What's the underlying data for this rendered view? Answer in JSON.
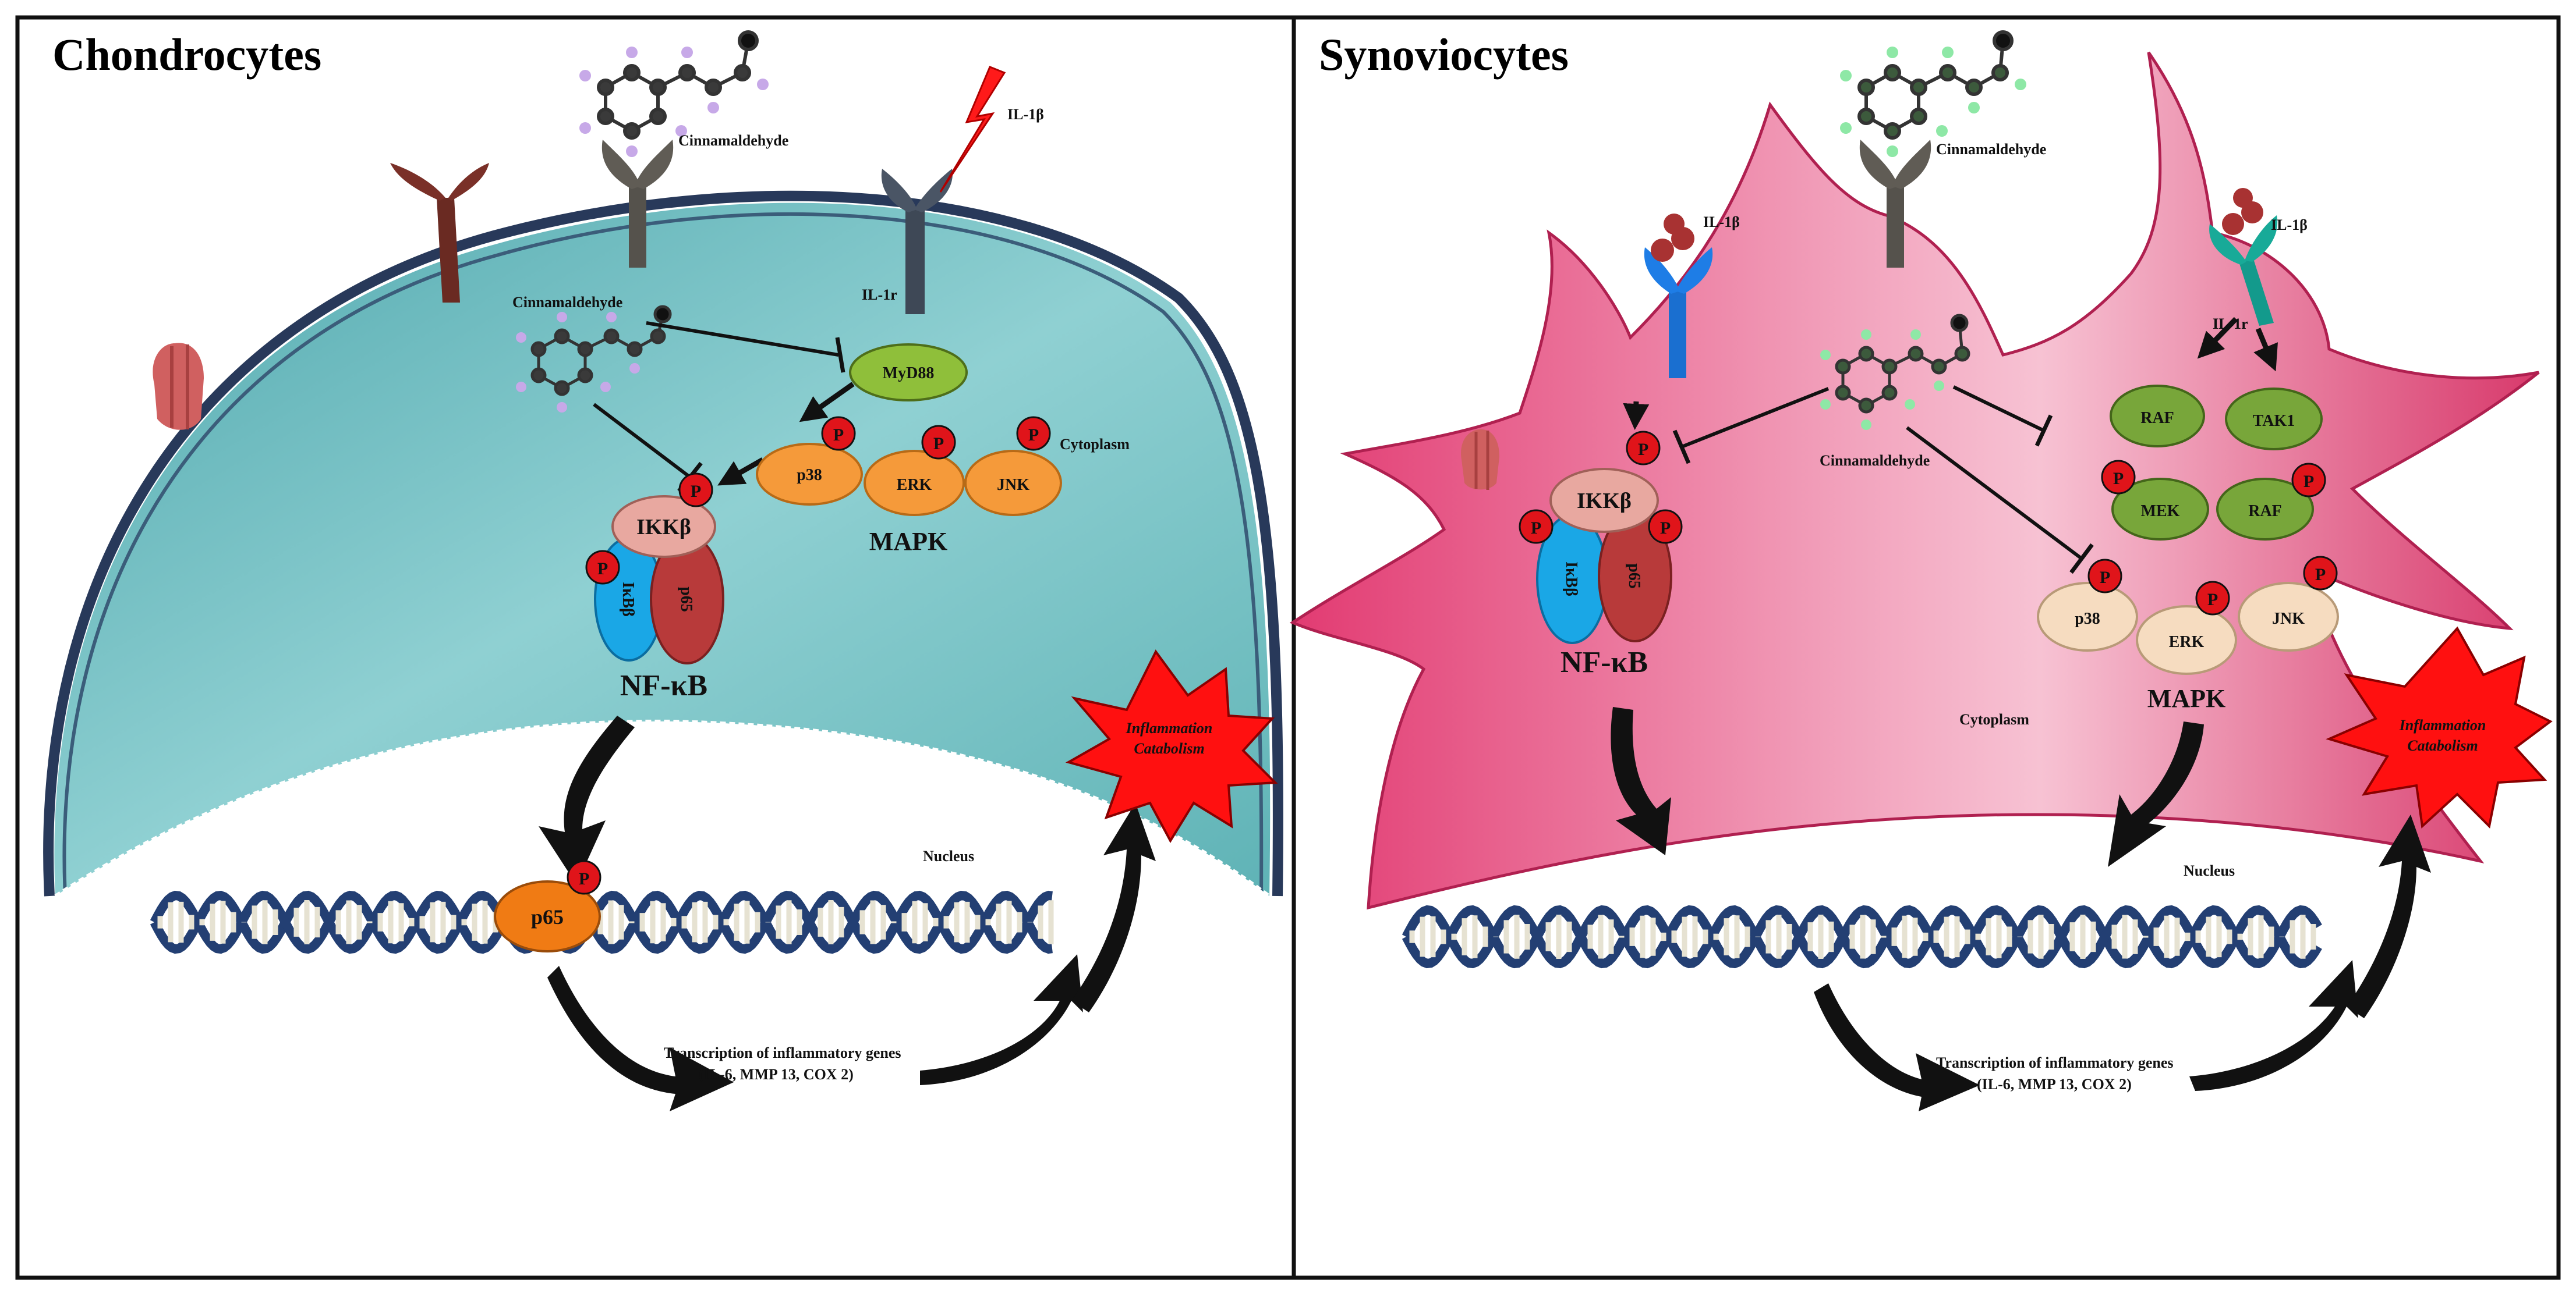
{
  "panels": {
    "left": {
      "title": "Chondrocytes",
      "cinnamaldehyde_top": "Cinnamaldehyde",
      "cinnamaldehyde_inner": "Cinnamaldehyde",
      "il1b": "IL-1β",
      "il1r": "IL-1r",
      "myd88": "MyD88",
      "p38": "p38",
      "erk": "ERK",
      "jnk": "JNK",
      "cytoplasm": "Cytoplasm",
      "mapk": "MAPK",
      "ikkb": "IKKβ",
      "ikba": "IκBβ",
      "p65": "p65",
      "nfkb": "NF-κB",
      "inflammation_1": "Inflammation",
      "inflammation_2": "Catabolism",
      "nucleus": "Nucleus",
      "p65_nuclear": "p65",
      "transcription_1": "Transcription of inflammatory genes",
      "transcription_2": "(IL-6, MMP 13, COX 2)"
    },
    "right": {
      "title": "Synoviocytes",
      "cinnamaldehyde_top": "Cinnamaldehyde",
      "cinnamaldehyde_inner": "Cinnamaldehyde",
      "il1b_left": "IL-1β",
      "il1b_right": "IL-1β",
      "il1r": "IL-1r",
      "raf1": "RAF",
      "tak1": "TAK1",
      "mek": "MEK",
      "raf2": "RAF",
      "p38": "p38",
      "erk": "ERK",
      "jnk": "JNK",
      "mapk": "MAPK",
      "cytoplasm": "Cytoplasm",
      "ikkb": "IKKβ",
      "ikba": "IκBβ",
      "p65": "p65",
      "nfkb": "NF-κB",
      "inflammation_1": "Inflammation",
      "inflammation_2": "Catabolism",
      "nucleus": "Nucleus",
      "transcription_1": "Transcription of inflammatory genes",
      "transcription_2": "(IL-6, MMP 13, COX 2)"
    }
  },
  "phospho_label": "P",
  "colors": {
    "chondro_cell": "#7fc8c8",
    "synovio_cell": "#e8467a",
    "myd88": "#8fbf3a",
    "mapk_orange": "#f59a3a",
    "ikkb": "#e8a8a0",
    "ikba": "#1aa7e6",
    "p65_red": "#b83a3a",
    "p65_orange": "#f07b14",
    "mapk_beige": "#f6dcc0",
    "green_node": "#78a63a",
    "phospho": "#e0141a",
    "dna": "#233f73",
    "burst": "#ff1010"
  }
}
